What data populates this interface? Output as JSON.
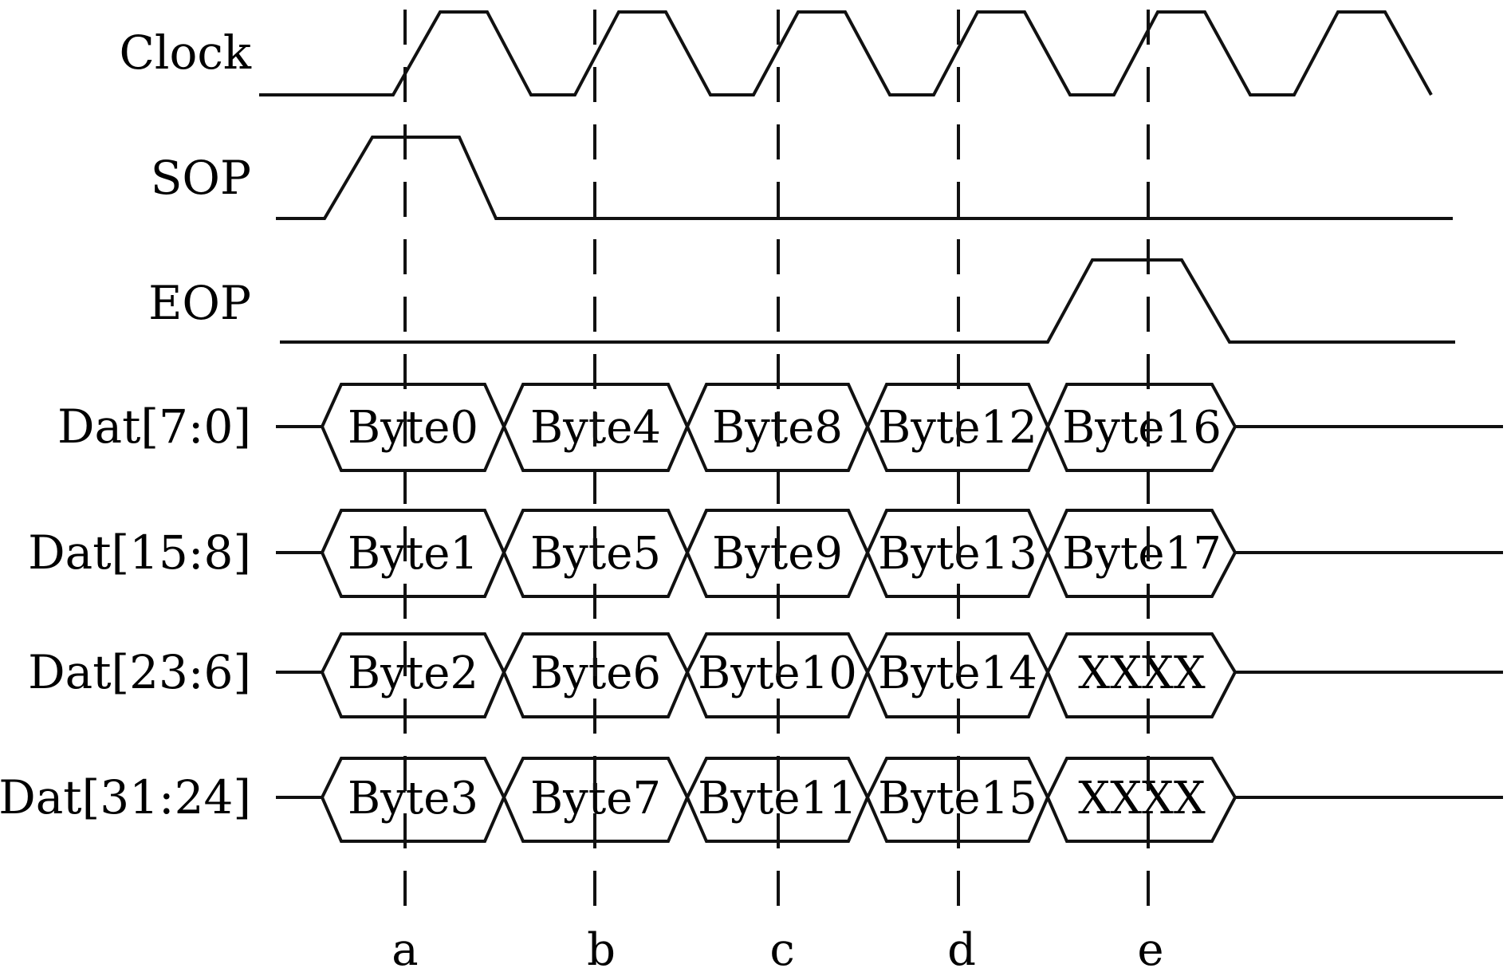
{
  "signals": {
    "clock": {
      "label": "Clock"
    },
    "sop": {
      "label": "SOP"
    },
    "eop": {
      "label": "EOP"
    }
  },
  "buses": [
    {
      "label": "Dat[7:0]",
      "values": [
        "Byte0",
        "Byte4",
        "Byte8",
        "Byte12",
        "Byte16"
      ]
    },
    {
      "label": "Dat[15:8]",
      "values": [
        "Byte1",
        "Byte5",
        "Byte9",
        "Byte13",
        "Byte17"
      ]
    },
    {
      "label": "Dat[23:6]",
      "values": [
        "Byte2",
        "Byte6",
        "Byte10",
        "Byte14",
        "XXXX"
      ]
    },
    {
      "label": "Dat[31:24]",
      "values": [
        "Byte3",
        "Byte7",
        "Byte11",
        "Byte15",
        "XXXX"
      ]
    }
  ],
  "markers": [
    "a",
    "b",
    "c",
    "d",
    "e"
  ],
  "colors": {
    "stroke": "#111111",
    "background": "#ffffff"
  }
}
